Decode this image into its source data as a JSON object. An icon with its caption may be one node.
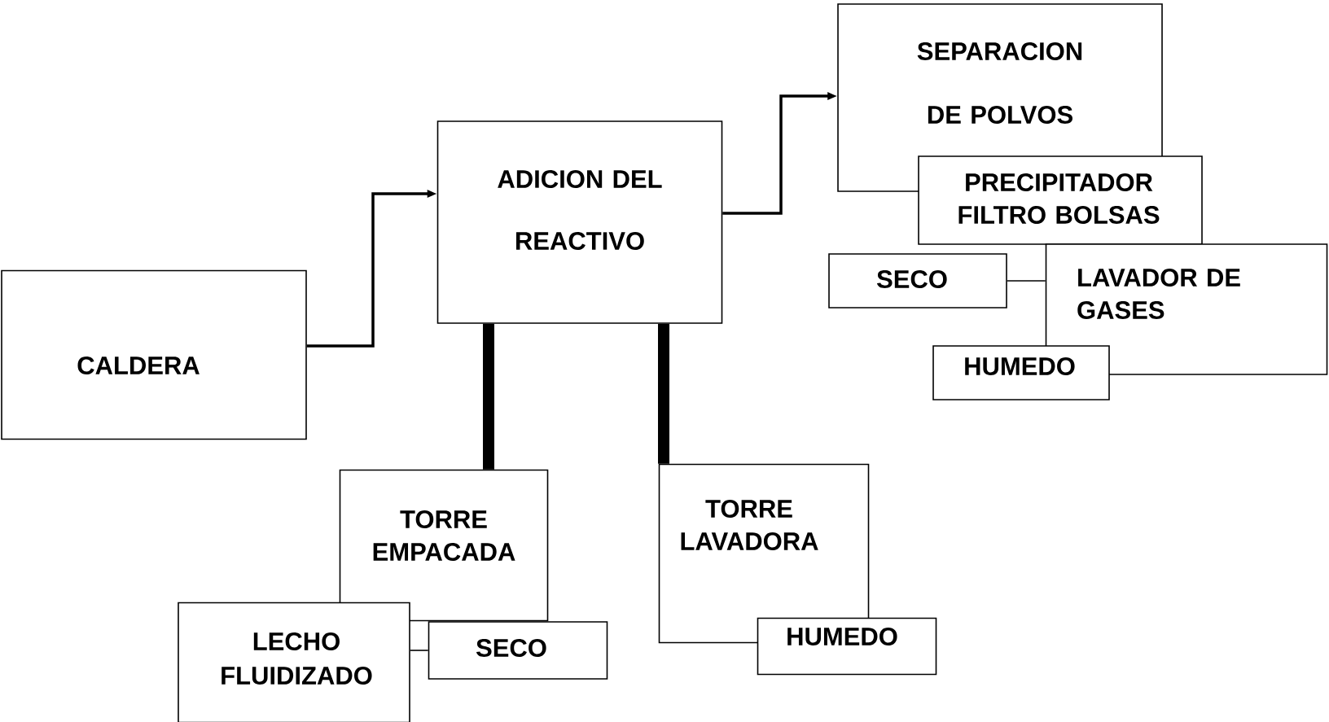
{
  "diagram": {
    "nodes": [
      {
        "text": [
          "CALDERA"
        ]
      },
      {
        "text": [
          "ADICION DEL REACTIVO"
        ]
      },
      {
        "text": [
          "SEPARACION DE POLVOS"
        ]
      },
      {
        "text": [
          "PRECIPITADOR FILTRO BOLSAS"
        ]
      },
      {
        "text": [
          "SECO"
        ]
      },
      {
        "text": [
          "LAVADOR DE GASES"
        ]
      },
      {
        "text": [
          "HUMEDO"
        ]
      },
      {
        "text": [
          "TORRE EMPACADA"
        ]
      },
      {
        "text": [
          "LECHO FLUIDIZADO"
        ]
      },
      {
        "text": [
          "SECO"
        ]
      },
      {
        "text": [
          "TORRE LAVADORA"
        ]
      },
      {
        "text": [
          "HUMEDO"
        ]
      }
    ],
    "edges": [
      {
        "from": 0,
        "to": 1,
        "arrow": "to"
      },
      {
        "from": 1,
        "to": 2,
        "arrow": "to"
      },
      {
        "from": 1,
        "to": 7,
        "arrow": "none",
        "style": "thick"
      },
      {
        "from": 1,
        "to": 10,
        "arrow": "none",
        "style": "thick"
      },
      {
        "from": 4,
        "to": 5,
        "arrow": "none"
      },
      {
        "from": 8,
        "to": 9,
        "arrow": "none"
      }
    ]
  }
}
